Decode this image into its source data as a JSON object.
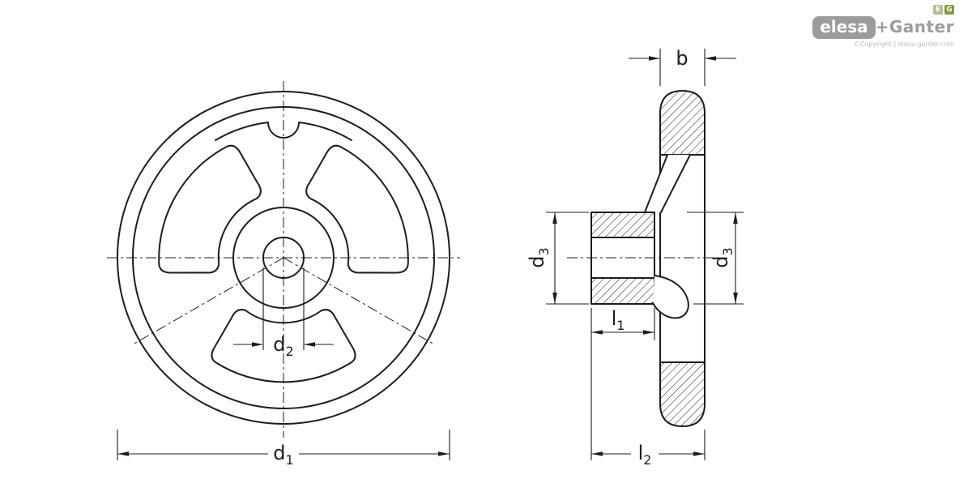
{
  "palette": {
    "background": "#ffffff",
    "line": "#1d1d1b",
    "brand_gray": "#9c9c9c",
    "badge_e_green": "#b4bf92",
    "badge_g_green": "#7e9a3d",
    "copyright_gray": "#bcbcbc"
  },
  "branding": {
    "badge_e": "E",
    "badge_g": "G",
    "brand_primary": "elesa",
    "brand_secondary": "+Ganter",
    "copyright": "©Copyright | elesa-ganter.com"
  },
  "front_view": {
    "d1": {
      "letter": "d",
      "sub": "1"
    },
    "d2": {
      "letter": "d",
      "sub": "2"
    }
  },
  "side_view": {
    "b": {
      "letter": "b"
    },
    "l1": {
      "letter": "l",
      "sub": "1"
    },
    "l2": {
      "letter": "l",
      "sub": "2"
    },
    "d3_left": {
      "letter": "d",
      "sub": "3"
    },
    "d3_right": {
      "letter": "d",
      "sub": "3"
    }
  }
}
